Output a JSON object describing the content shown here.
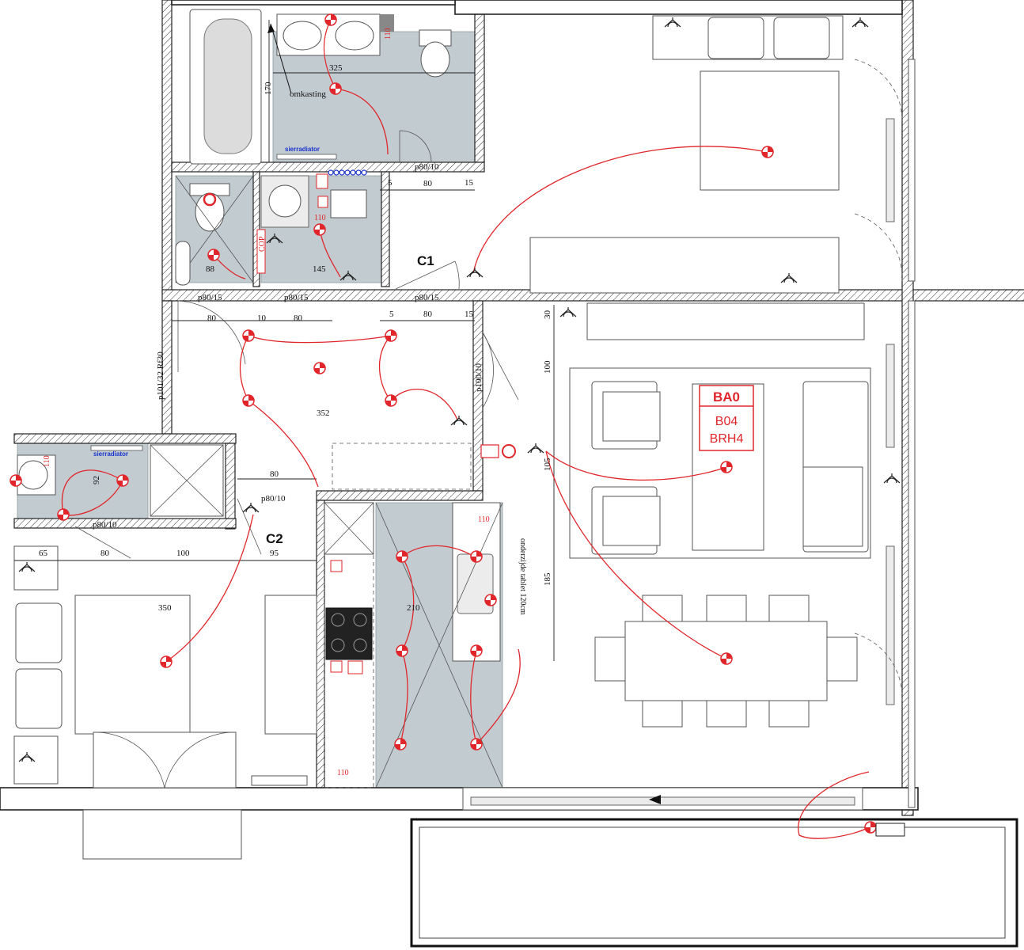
{
  "room_tag": {
    "code": "BA0",
    "line1": "B04",
    "line2": "BRH4"
  },
  "room_codes": [
    "C1",
    "C2"
  ],
  "dimensions": {
    "bath_width": "325",
    "bath_length": "170",
    "storage_width": "145",
    "wc_width": "88",
    "door_bath": "p80/10",
    "door_wc": "p80/15",
    "door_storage": "p80/15",
    "door_c1": "p80/15",
    "door_entrance": "p101/32 Rf30",
    "door_living": "p100/10",
    "door_bath2": "p80/10",
    "door_c2": "p80/10",
    "hall_width": "352",
    "bedroom_width": "350",
    "kitchen_depth": "210",
    "living_row_a": "30",
    "living_row_b": "100",
    "living_row_c": "105",
    "living_row_d": "185",
    "bath2_width": "92",
    "d80_a": "80",
    "d80_b": "80",
    "d80_c": "80",
    "d80_d": "80",
    "d80_e": "80",
    "d80_f": "80",
    "d5_a": "5",
    "d5_b": "5",
    "d15_a": "15",
    "d15_b": "15",
    "d10": "10",
    "d65": "65",
    "d100": "100",
    "d95": "95"
  },
  "notes": {
    "omkasting": "omkasting",
    "sierradiator_1": "sierradiator",
    "sierradiator_2": "sierradiator",
    "kitchen_note": "onderzijde tablet 120cm",
    "cop": "COP"
  },
  "heights": {
    "h1": "110",
    "h2": "110",
    "h3": "110",
    "h4": "110",
    "h5": "110"
  },
  "colors": {
    "electrical": "#e0262a",
    "tile": "#c2ccd0",
    "wall": "#222222",
    "note_blue": "#1a33cc"
  }
}
